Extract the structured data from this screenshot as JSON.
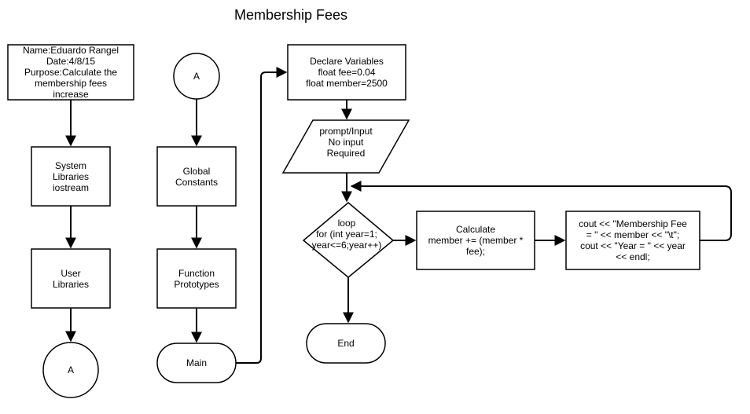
{
  "title": "Membership Fees",
  "nodes": {
    "header_info": "Name:Eduardo Rangel\nDate:4/8/15\nPurpose:Calculate the\nmembership fees\nincrease",
    "system_libraries": "System\nLibraries\niostream",
    "user_libraries": "User\nLibraries",
    "connector_a_bottom": "A",
    "connector_a_top": "A",
    "global_constants": "Global\nConstants",
    "function_prototypes": "Function\nPrototypes",
    "main": "Main",
    "declare_variables": "Declare Variables\nfloat fee=0.04\nfloat member=2500",
    "prompt_input": "prompt/Input\nNo input\nRequired",
    "loop": "loop\nfor (int year=1;\nyear<=6;year++)",
    "calculate": "Calculate\nmember += (member *\nfee);",
    "output": "cout << \"Membership Fee\n= \" << member << \"\\t\";\ncout << \"Year =  \" << year\n<< endl;",
    "end": "End"
  },
  "colors": {
    "stroke": "#000000",
    "fill": "#ffffff",
    "text": "#000000"
  }
}
